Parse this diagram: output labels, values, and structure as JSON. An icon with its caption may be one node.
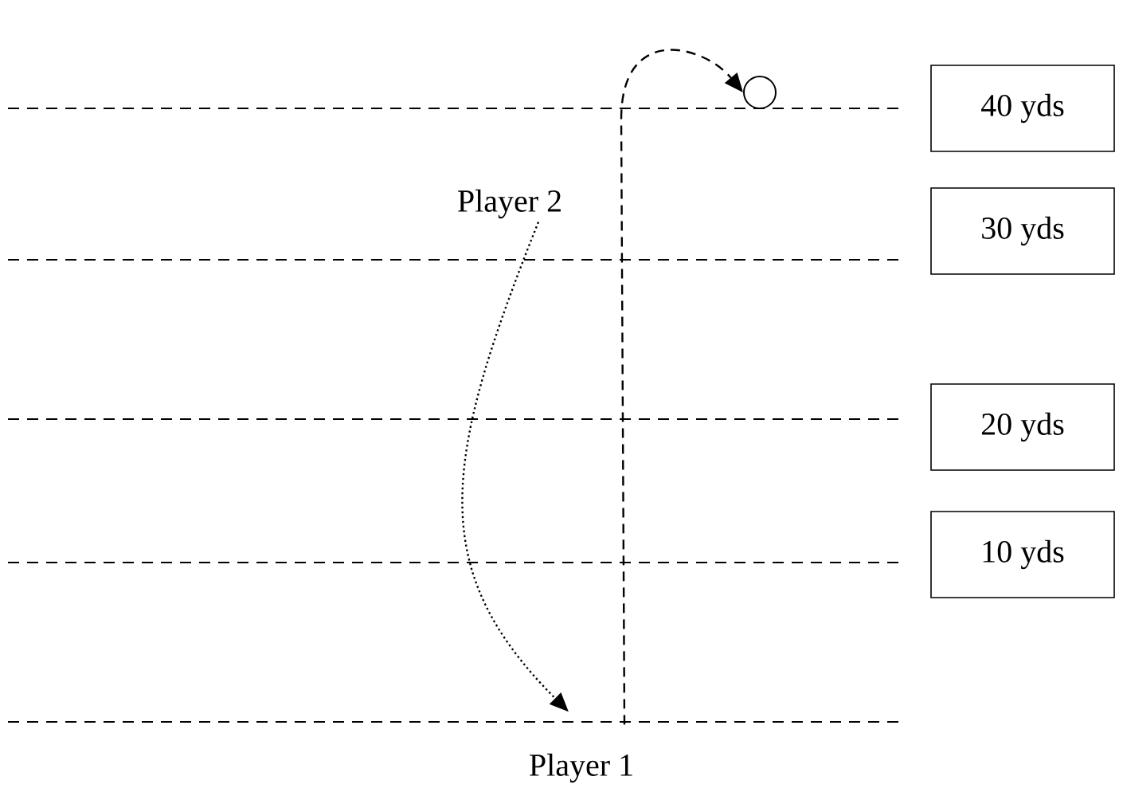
{
  "diagram": {
    "nodes": [
      {
        "text": [
          "40 yds"
        ]
      },
      {
        "text": [
          "30 yds"
        ]
      },
      {
        "text": [
          "20 yds"
        ]
      },
      {
        "text": [
          "10 yds"
        ]
      },
      {
        "text": [
          "Player 2"
        ]
      },
      {
        "text": [
          "Player 1"
        ]
      },
      {
        "text": [],
        "shape": "circle"
      }
    ],
    "edges": [
      {
        "from": 4,
        "to": 5,
        "arrow": "to"
      },
      {
        "from": 5,
        "to": 6,
        "arrow": "to",
        "style": "dashed"
      }
    ]
  }
}
